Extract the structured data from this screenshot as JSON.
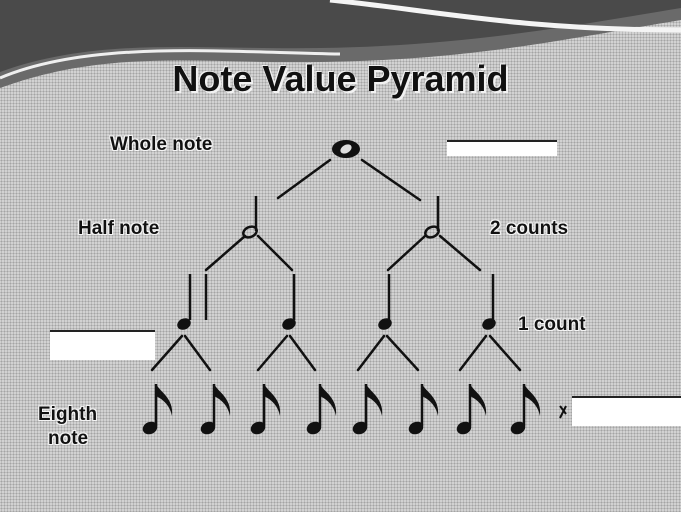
{
  "title": "Note Value Pyramid",
  "labels": {
    "whole": "Whole note",
    "half": "Half note",
    "half_counts": "2 counts",
    "quarter_counts": "1 count",
    "eighth_line1": "Eighth",
    "eighth_line2": "note"
  },
  "notes": {
    "whole": 1,
    "half": 2,
    "quarter": 4,
    "eighth": 8
  },
  "colors": {
    "ink": "#111111",
    "background": "#d2d2d2",
    "swoosh": "#5b5b5b"
  }
}
